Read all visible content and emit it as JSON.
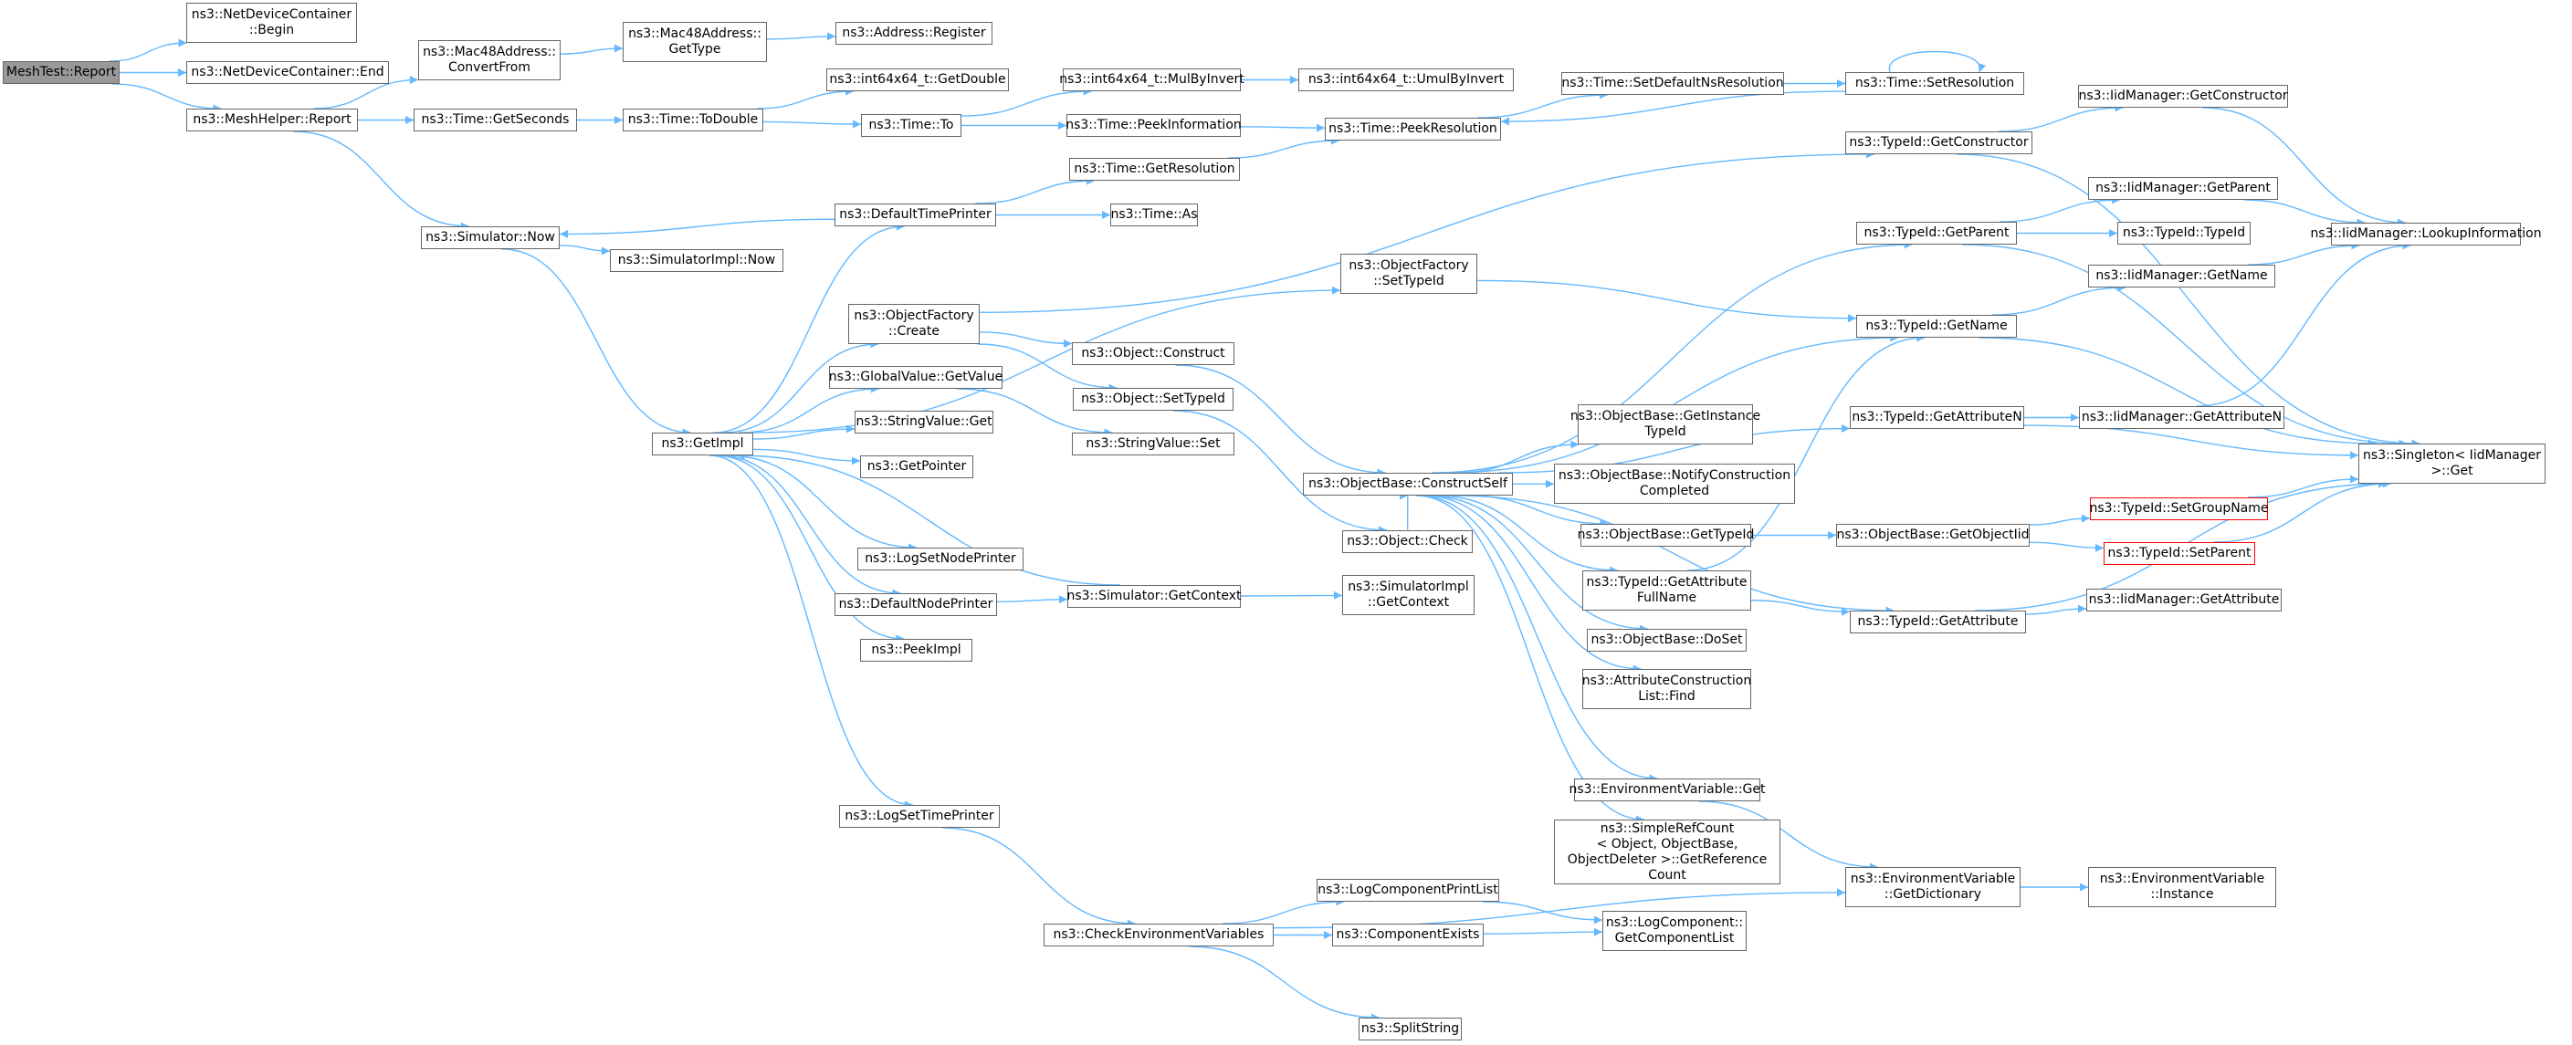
{
  "graph": {
    "title": "",
    "colors": {
      "edge": "#63b8ff",
      "node_border": "#666666",
      "root_fill": "#999999",
      "truncated_border": "#ff0000"
    },
    "nodes": [
      {
        "id": "n1",
        "label": "MeshTest::Report",
        "root": true
      },
      {
        "id": "n2",
        "label": "ns3::NetDeviceContainer\n::Begin"
      },
      {
        "id": "n3",
        "label": "ns3::NetDeviceContainer::End"
      },
      {
        "id": "n4",
        "label": "ns3::MeshHelper::Report"
      },
      {
        "id": "n5",
        "label": "ns3::Mac48Address::\nConvertFrom"
      },
      {
        "id": "n6",
        "label": "ns3::Mac48Address::\nGetType"
      },
      {
        "id": "n7",
        "label": "ns3::Address::Register"
      },
      {
        "id": "n8",
        "label": "ns3::Time::GetSeconds"
      },
      {
        "id": "n9",
        "label": "ns3::Time::ToDouble"
      },
      {
        "id": "n10",
        "label": "ns3::int64x64_t::GetDouble"
      },
      {
        "id": "n11",
        "label": "ns3::Time::To"
      },
      {
        "id": "n12",
        "label": "ns3::int64x64_t::MulByInvert"
      },
      {
        "id": "n13",
        "label": "ns3::int64x64_t::UmulByInvert"
      },
      {
        "id": "n14",
        "label": "ns3::Time::PeekInformation"
      },
      {
        "id": "n15",
        "label": "ns3::Time::PeekResolution"
      },
      {
        "id": "n16",
        "label": "ns3::Time::SetDefaultNsResolution"
      },
      {
        "id": "n17",
        "label": "ns3::Time::SetResolution"
      },
      {
        "id": "n18",
        "label": "ns3::IidManager::GetConstructor"
      },
      {
        "id": "n19",
        "label": "ns3::TypeId::GetConstructor"
      },
      {
        "id": "n20",
        "label": "ns3::Time::GetResolution"
      },
      {
        "id": "n21",
        "label": "ns3::DefaultTimePrinter"
      },
      {
        "id": "n22",
        "label": "ns3::Time::As"
      },
      {
        "id": "n23",
        "label": "ns3::Simulator::Now"
      },
      {
        "id": "n24",
        "label": "ns3::SimulatorImpl::Now"
      },
      {
        "id": "n25",
        "label": "ns3::ObjectFactory\n::SetTypeId"
      },
      {
        "id": "n26",
        "label": "ns3::IidManager::GetParent"
      },
      {
        "id": "n27",
        "label": "ns3::TypeId::GetParent"
      },
      {
        "id": "n28",
        "label": "ns3::TypeId::TypeId"
      },
      {
        "id": "n29",
        "label": "ns3::IidManager::LookupInformation"
      },
      {
        "id": "n30",
        "label": "ns3::IidManager::GetName"
      },
      {
        "id": "n31",
        "label": "ns3::TypeId::GetName"
      },
      {
        "id": "n32",
        "label": "ns3::ObjectFactory\n::Create"
      },
      {
        "id": "n33",
        "label": "ns3::Object::Construct"
      },
      {
        "id": "n34",
        "label": "ns3::GlobalValue::GetValue"
      },
      {
        "id": "n35",
        "label": "ns3::Object::SetTypeId"
      },
      {
        "id": "n36",
        "label": "ns3::StringValue::Get"
      },
      {
        "id": "n37",
        "label": "ns3::StringValue::Set"
      },
      {
        "id": "n38",
        "label": "ns3::GetImpl"
      },
      {
        "id": "n39",
        "label": "ns3::GetPointer"
      },
      {
        "id": "n40",
        "label": "ns3::ObjectBase::GetInstance\nTypeId"
      },
      {
        "id": "n41",
        "label": "ns3::TypeId::GetAttributeN"
      },
      {
        "id": "n42",
        "label": "ns3::IidManager::GetAttributeN"
      },
      {
        "id": "n43",
        "label": "ns3::Singleton< IidManager\n>::Get"
      },
      {
        "id": "n44",
        "label": "ns3::ObjectBase::ConstructSelf"
      },
      {
        "id": "n45",
        "label": "ns3::ObjectBase::NotifyConstruction\nCompleted"
      },
      {
        "id": "n46",
        "label": "ns3::TypeId::SetGroupName",
        "truncated": true
      },
      {
        "id": "n47",
        "label": "ns3::ObjectBase::GetTypeId"
      },
      {
        "id": "n48",
        "label": "ns3::ObjectBase::GetObjectIid"
      },
      {
        "id": "n49",
        "label": "ns3::LogSetNodePrinter"
      },
      {
        "id": "n50",
        "label": "ns3::Object::Check"
      },
      {
        "id": "n51",
        "label": "ns3::TypeId::SetParent",
        "truncated": true
      },
      {
        "id": "n52",
        "label": "ns3::TypeId::GetAttribute\nFullName"
      },
      {
        "id": "n53",
        "label": "ns3::DefaultNodePrinter"
      },
      {
        "id": "n54",
        "label": "ns3::Simulator::GetContext"
      },
      {
        "id": "n55",
        "label": "ns3::SimulatorImpl\n::GetContext"
      },
      {
        "id": "n56",
        "label": "ns3::IidManager::GetAttribute"
      },
      {
        "id": "n57",
        "label": "ns3::TypeId::GetAttribute"
      },
      {
        "id": "n58",
        "label": "ns3::PeekImpl"
      },
      {
        "id": "n59",
        "label": "ns3::ObjectBase::DoSet"
      },
      {
        "id": "n60",
        "label": "ns3::AttributeConstruction\nList::Find"
      },
      {
        "id": "n61",
        "label": "ns3::EnvironmentVariable::Get"
      },
      {
        "id": "n62",
        "label": "ns3::LogSetTimePrinter"
      },
      {
        "id": "n63",
        "label": "ns3::SimpleRefCount\n< Object, ObjectBase,\nObjectDeleter >::GetReference\nCount"
      },
      {
        "id": "n64",
        "label": "ns3::LogComponentPrintList"
      },
      {
        "id": "n65",
        "label": "ns3::EnvironmentVariable\n::GetDictionary"
      },
      {
        "id": "n66",
        "label": "ns3::EnvironmentVariable\n::Instance"
      },
      {
        "id": "n67",
        "label": "ns3::LogComponent::\nGetComponentList"
      },
      {
        "id": "n68",
        "label": "ns3::CheckEnvironmentVariables"
      },
      {
        "id": "n69",
        "label": "ns3::ComponentExists"
      },
      {
        "id": "n70",
        "label": "ns3::SplitString"
      }
    ],
    "edges": [
      [
        "n1",
        "n2"
      ],
      [
        "n1",
        "n3"
      ],
      [
        "n1",
        "n4"
      ],
      [
        "n4",
        "n5"
      ],
      [
        "n4",
        "n8"
      ],
      [
        "n4",
        "n23"
      ],
      [
        "n5",
        "n6"
      ],
      [
        "n6",
        "n7"
      ],
      [
        "n8",
        "n9"
      ],
      [
        "n9",
        "n10"
      ],
      [
        "n9",
        "n11"
      ],
      [
        "n11",
        "n12"
      ],
      [
        "n11",
        "n14"
      ],
      [
        "n12",
        "n13"
      ],
      [
        "n14",
        "n15"
      ],
      [
        "n15",
        "n16"
      ],
      [
        "n16",
        "n17"
      ],
      [
        "n17",
        "n17"
      ],
      [
        "n17",
        "n15"
      ],
      [
        "n20",
        "n15"
      ],
      [
        "n21",
        "n20"
      ],
      [
        "n21",
        "n22"
      ],
      [
        "n21",
        "n23"
      ],
      [
        "n23",
        "n24"
      ],
      [
        "n23",
        "n38"
      ],
      [
        "n38",
        "n21"
      ],
      [
        "n38",
        "n25"
      ],
      [
        "n38",
        "n32"
      ],
      [
        "n38",
        "n34"
      ],
      [
        "n38",
        "n36"
      ],
      [
        "n38",
        "n39"
      ],
      [
        "n38",
        "n49"
      ],
      [
        "n38",
        "n53"
      ],
      [
        "n38",
        "n58"
      ],
      [
        "n38",
        "n62"
      ],
      [
        "n32",
        "n19"
      ],
      [
        "n32",
        "n33"
      ],
      [
        "n32",
        "n35"
      ],
      [
        "n34",
        "n37"
      ],
      [
        "n25",
        "n31"
      ],
      [
        "n33",
        "n44"
      ],
      [
        "n35",
        "n50"
      ],
      [
        "n19",
        "n18"
      ],
      [
        "n19",
        "n43"
      ],
      [
        "n18",
        "n29"
      ],
      [
        "n26",
        "n29"
      ],
      [
        "n30",
        "n29"
      ],
      [
        "n42",
        "n29"
      ],
      [
        "n27",
        "n26"
      ],
      [
        "n27",
        "n28"
      ],
      [
        "n27",
        "n43"
      ],
      [
        "n31",
        "n30"
      ],
      [
        "n31",
        "n43"
      ],
      [
        "n41",
        "n42"
      ],
      [
        "n41",
        "n43"
      ],
      [
        "n44",
        "n27"
      ],
      [
        "n44",
        "n31"
      ],
      [
        "n44",
        "n41"
      ],
      [
        "n44",
        "n40"
      ],
      [
        "n44",
        "n45"
      ],
      [
        "n44",
        "n47"
      ],
      [
        "n44",
        "n52"
      ],
      [
        "n44",
        "n59"
      ],
      [
        "n44",
        "n60"
      ],
      [
        "n44",
        "n57"
      ],
      [
        "n44",
        "n61"
      ],
      [
        "n44",
        "n63"
      ],
      [
        "n47",
        "n48"
      ],
      [
        "n48",
        "n46"
      ],
      [
        "n48",
        "n51"
      ],
      [
        "n46",
        "n43"
      ],
      [
        "n51",
        "n43"
      ],
      [
        "n52",
        "n31"
      ],
      [
        "n52",
        "n57"
      ],
      [
        "n57",
        "n56"
      ],
      [
        "n57",
        "n43"
      ],
      [
        "n53",
        "n54"
      ],
      [
        "n54",
        "n55"
      ],
      [
        "n54",
        "n38"
      ],
      [
        "n50",
        "n44"
      ],
      [
        "n61",
        "n65"
      ],
      [
        "n65",
        "n66"
      ],
      [
        "n62",
        "n68"
      ],
      [
        "n68",
        "n64"
      ],
      [
        "n68",
        "n69"
      ],
      [
        "n68",
        "n70"
      ],
      [
        "n68",
        "n65"
      ],
      [
        "n64",
        "n67"
      ],
      [
        "n69",
        "n67"
      ]
    ]
  }
}
